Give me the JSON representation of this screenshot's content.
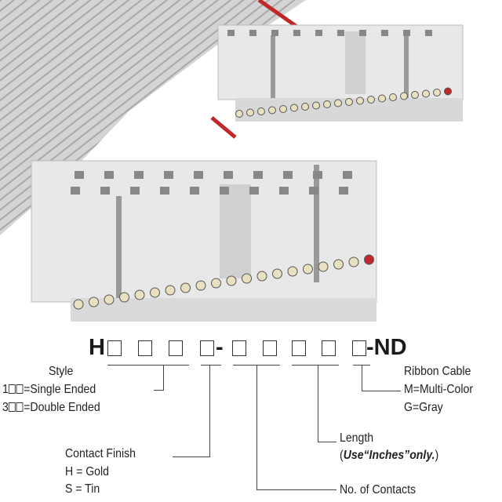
{
  "part_number": {
    "prefix": "H",
    "separator": "-",
    "suffix": "-ND"
  },
  "style": {
    "title": "Style",
    "options": [
      {
        "code": "1",
        "label": "=Single Ended"
      },
      {
        "code": "3",
        "label": "=Double Ended"
      }
    ]
  },
  "contact_finish": {
    "title": "Contact Finish",
    "options": [
      "H = Gold",
      "S = Tin"
    ]
  },
  "contacts": {
    "title": "No. of Contacts"
  },
  "length": {
    "title": "Length",
    "note_open": "(",
    "note_bold": "Use“Inches”only.",
    "note_close": ")"
  },
  "ribbon": {
    "title": "Ribbon Cable",
    "options": [
      "M=Multi-Color",
      "G=Gray"
    ]
  },
  "colors": {
    "cable": "#c8c8c8",
    "stripe": "#c0282a",
    "connector": "#e6e6e6"
  }
}
